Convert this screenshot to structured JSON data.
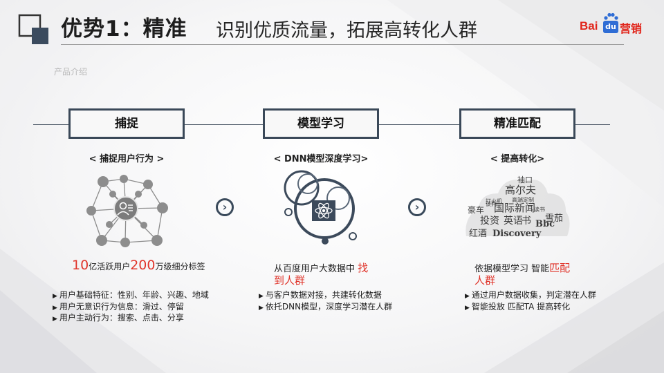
{
  "header": {
    "title_main": "优势1：精准",
    "title_sub": "识别优质流量，拓展高转化人群",
    "section_label": "产品介绍",
    "brand": {
      "bai": "Bai",
      "du": "du",
      "ying": "营销"
    }
  },
  "colors": {
    "accent_red": "#e0342a",
    "navy": "#3a4858",
    "brand_red": "#e1251b",
    "brand_blue": "#2f6dd5"
  },
  "steps": [
    {
      "title": "捕捉",
      "desc": "< 捕捉用户行为 >",
      "caption": {
        "n1": "10",
        "t1": "亿活跃用户",
        "n2": "200",
        "t2": "万级细分标签"
      },
      "bullets": [
        "用户基础特征：性别、年龄、兴趣、地域",
        "用户无意识行为信息：滑过、停留",
        "用户主动行为：搜索、点击、分享"
      ]
    },
    {
      "title": "模型学习",
      "desc": "< DNN模型深度学习>",
      "caption": {
        "plain": "从百度用户大数据中 ",
        "red": "找到人群"
      },
      "bullets": [
        "与客户数据对接，共建转化数据",
        "依托DNN模型，深度学习潜在人群"
      ]
    },
    {
      "title": "精准匹配",
      "desc": "< 提高转化>",
      "caption": {
        "plain": "依据模型学习  智能",
        "red": "匹配人群"
      },
      "bullets": [
        "通过用户数据收集，判定潜在人群",
        "智能投放  匹配TA   提高转化"
      ]
    }
  ],
  "word_cloud": [
    "高尔夫",
    "国际新闻",
    "豪车",
    "投资",
    "英语",
    "书",
    "雪茄",
    "Bbc",
    "红酒",
    "Discovery",
    "袖口",
    "打火机",
    "谈判",
    "高端定制",
    "读书"
  ],
  "icons": {
    "bullet": "▶",
    "arrow": "›"
  }
}
